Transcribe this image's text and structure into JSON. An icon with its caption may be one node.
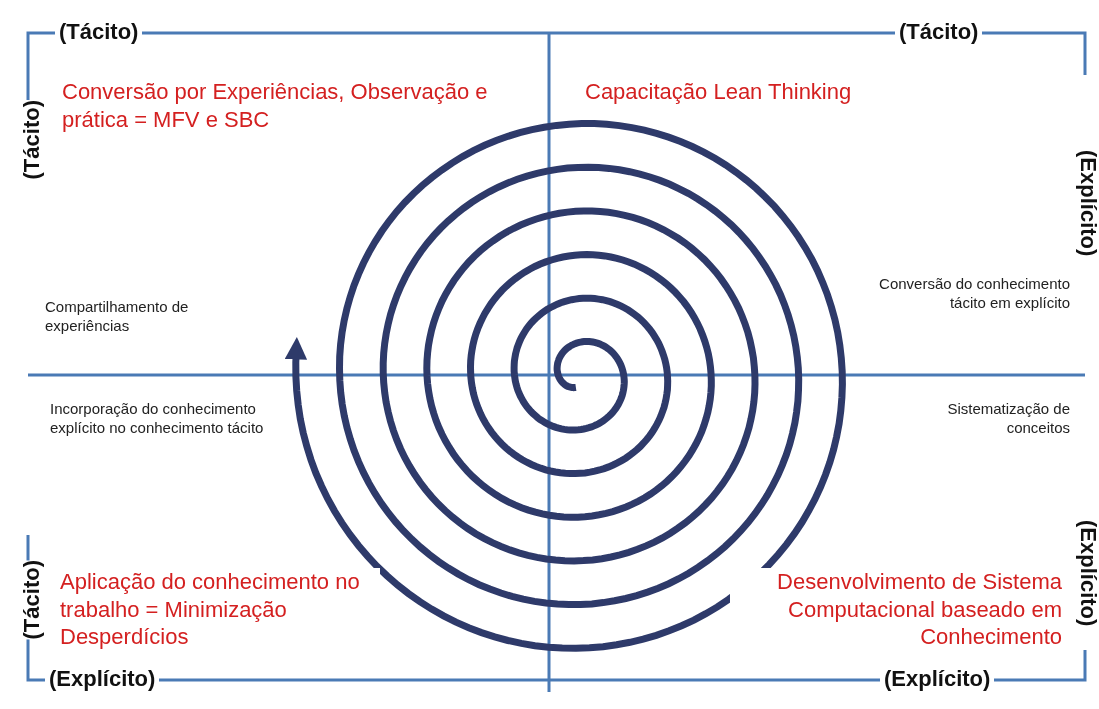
{
  "diagram": {
    "labels": [
      "(Tácito)",
      "(Tácito)",
      "(Tácito)",
      "Conversão por Experiências, Observação e prática = MFV e SBC",
      "Capacitação  Lean Thinking",
      "(Explícito)",
      "Compartilhamento de experiências",
      "Conversão do conhecimento tácito em explícito",
      "Incorporação do conhecimento explícito no conhecimento tácito",
      "Sistematização de conceitos",
      "(Tácito)",
      "Aplicação do conhecimento no trabalho = Minimização Desperdícios",
      "Desenvolvimento de Sistema Computacional baseado em Conhecimento",
      "(Explícito)",
      "(Explícito)",
      "(Explícito)"
    ]
  }
}
